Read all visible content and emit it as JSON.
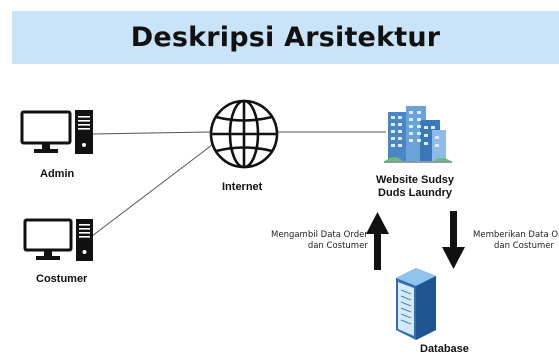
{
  "title": "Deskripsi Arsitektur",
  "nodes": {
    "admin": "Admin",
    "costumer": "Costumer",
    "internet": "Internet",
    "website_line1": "Website Sudsy",
    "website_line2": "Duds Laundry",
    "database": "Database"
  },
  "flows": {
    "up_line1": "Mengambil Data Order",
    "up_line2": "dan Costumer",
    "down_line1": "Memberikan Data Order",
    "down_line2": "dan Costumer"
  },
  "icons": [
    "desktop-computer-icon",
    "globe-icon",
    "office-buildings-icon",
    "server-rack-icon",
    "arrow-up-icon",
    "arrow-down-icon"
  ]
}
